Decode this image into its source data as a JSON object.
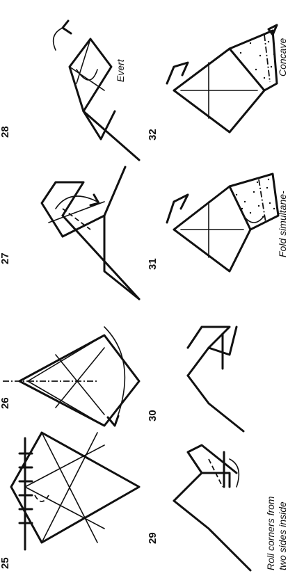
{
  "steps": {
    "s25": "25",
    "s26": "26",
    "s27": "27",
    "s28": "28",
    "s29": "29",
    "s30": "30",
    "s31": "31",
    "s32": "32"
  },
  "captions": {
    "evert": "Evert",
    "concave": "Concave",
    "fold_simultane": "Fold simultane-",
    "roll_line1": "Roll corners from",
    "roll_line2": "two sides inside"
  }
}
